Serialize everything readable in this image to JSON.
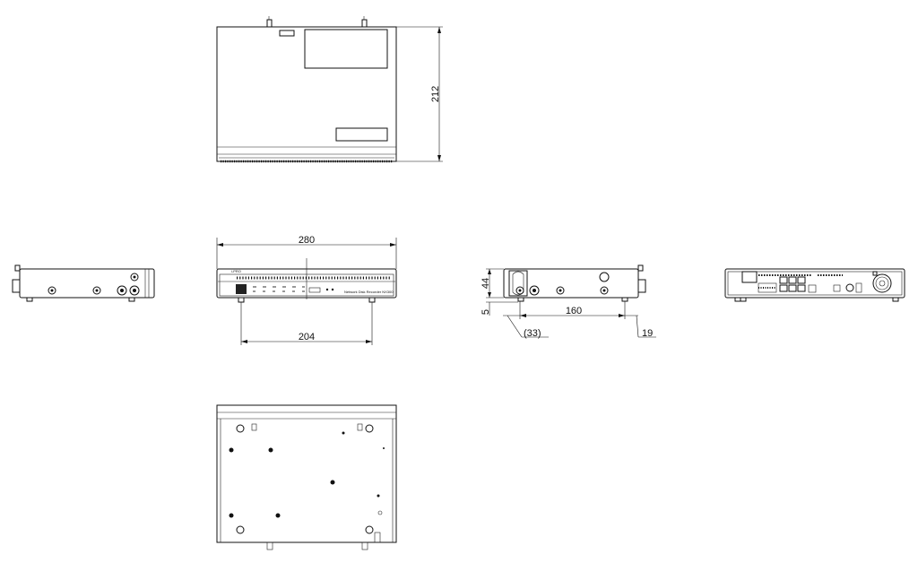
{
  "dimensions": {
    "depth": "212",
    "width": "280",
    "foot_span": "204",
    "height": "44",
    "foot_height": "5",
    "side_span": "160",
    "front_offset": "(33)",
    "rear_offset": "19"
  },
  "front_panel": {
    "brand": "i-PRO",
    "model": "Network Disk Recorder  NX300"
  }
}
